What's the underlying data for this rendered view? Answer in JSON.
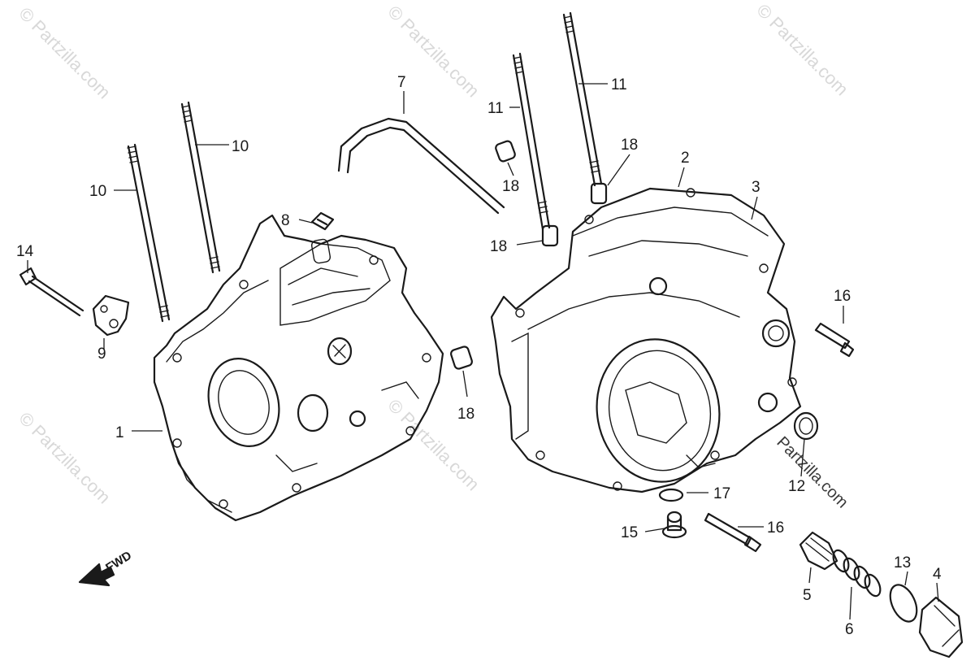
{
  "watermark": "© Partzilla.com",
  "side_watermark": "Partzilla.com",
  "fwd_label": "FWD",
  "colors": {
    "line": "#1a1a1a",
    "background": "#ffffff",
    "watermark": "#d8d8d8"
  },
  "callouts": {
    "c1": "1",
    "c2": "2",
    "c3": "3",
    "c4": "4",
    "c5": "5",
    "c6": "6",
    "c7": "7",
    "c8": "8",
    "c9": "9",
    "c10a": "10",
    "c10b": "10",
    "c11a": "11",
    "c11b": "11",
    "c12": "12",
    "c13": "13",
    "c14": "14",
    "c15": "15",
    "c16a": "16",
    "c16b": "16",
    "c17": "17",
    "c18a": "18",
    "c18b": "18",
    "c18c": "18",
    "c18d": "18"
  }
}
